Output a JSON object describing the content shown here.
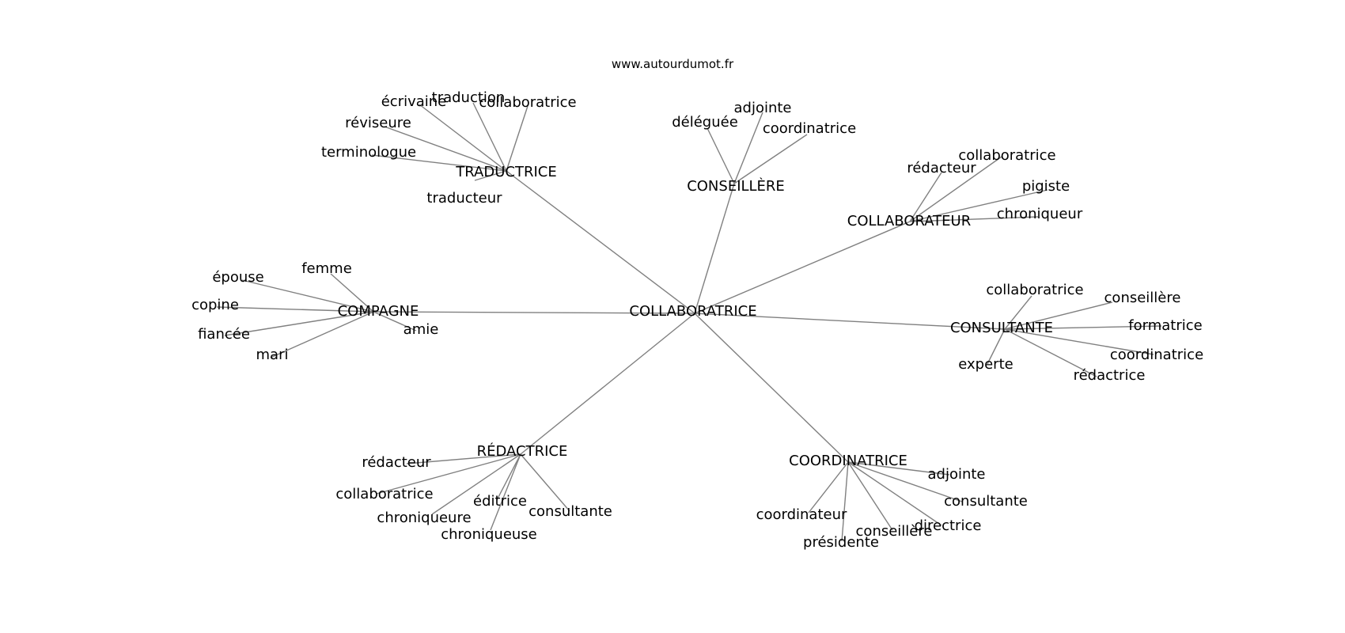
{
  "source": "www.autourdumot.fr",
  "graph": {
    "center": "COLLABORATRICE",
    "clusters": [
      {
        "hub": "TRADUCTRICE",
        "words": [
          "écrivaine",
          "traduction",
          "collaboratrice",
          "réviseure",
          "terminologue",
          "traducteur"
        ]
      },
      {
        "hub": "CONSEILLÈRE",
        "words": [
          "adjointe",
          "déléguée",
          "coordinatrice"
        ]
      },
      {
        "hub": "COLLABORATEUR",
        "words": [
          "collaboratrice",
          "rédacteur",
          "pigiste",
          "chroniqueur"
        ]
      },
      {
        "hub": "COMPAGNE",
        "words": [
          "femme",
          "épouse",
          "copine",
          "amie",
          "fiancée",
          "mari"
        ]
      },
      {
        "hub": "CONSULTANTE",
        "words": [
          "collaboratrice",
          "conseillère",
          "formatrice",
          "coordinatrice",
          "experte",
          "rédactrice"
        ]
      },
      {
        "hub": "RÉDACTRICE",
        "words": [
          "rédacteur",
          "collaboratrice",
          "éditrice",
          "chroniqueure",
          "consultante",
          "chroniqueuse"
        ]
      },
      {
        "hub": "COORDINATRICE",
        "words": [
          "adjointe",
          "consultante",
          "coordinateur",
          "directrice",
          "conseillère",
          "présidente"
        ]
      }
    ]
  }
}
